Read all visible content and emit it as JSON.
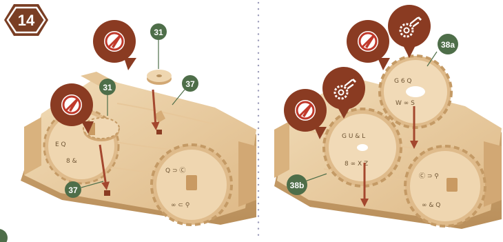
{
  "step": {
    "number": "14"
  },
  "labels": {
    "left_top": "31",
    "left_mid": "31",
    "left_right": "37",
    "left_bottom": "37",
    "right_top": "38a",
    "right_bottom": "38b"
  },
  "icons": {
    "forbid_glue": "no-glue-icon",
    "sanding": "sanding-gear-icon"
  },
  "colors": {
    "step_badge": "#7a3e24",
    "bubble_brown": "#8a3b22",
    "forbid_red": "#c0392b",
    "label_green": "#4e6e49",
    "arrow_red": "#a4472e",
    "divider": "#9a9ab8",
    "wood_light": "#ecd3ad",
    "wood_mid": "#dcb98a",
    "wood_dark": "#b8915f"
  }
}
